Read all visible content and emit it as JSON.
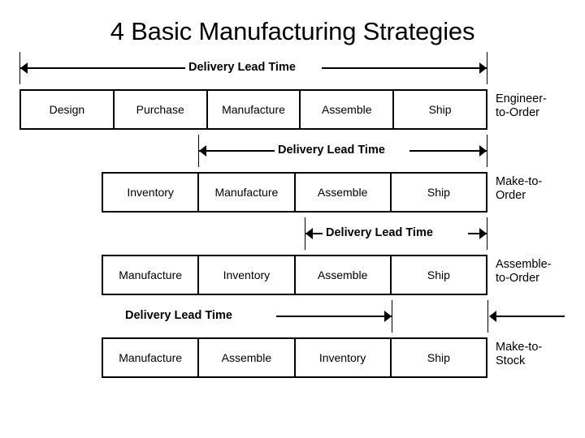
{
  "slide": {
    "title": "4 Basic Manufacturing Strategies",
    "background_color": "#ffffff",
    "line_color": "#000000",
    "text_color": "#000000"
  },
  "lead_time_label": "Delivery Lead Time",
  "rows": [
    {
      "id": "engineer-to-order",
      "strategy_label": "Engineer-\nto-Order",
      "stages": [
        "Design",
        "Purchase",
        "Manufacture",
        "Assemble",
        "Ship"
      ],
      "lead_time_label": "Delivery Lead Time",
      "lead_time_covers": [
        "Design",
        "Purchase",
        "Manufacture",
        "Assemble",
        "Ship"
      ]
    },
    {
      "id": "make-to-order",
      "strategy_label": "Make-to-\nOrder",
      "stages": [
        "Inventory",
        "Manufacture",
        "Assemble",
        "Ship"
      ],
      "lead_time_label": "Delivery Lead Time",
      "lead_time_covers": [
        "Manufacture",
        "Assemble",
        "Ship"
      ]
    },
    {
      "id": "assemble-to-order",
      "strategy_label": "Assemble-\nto-Order",
      "stages": [
        "Manufacture",
        "Inventory",
        "Assemble",
        "Ship"
      ],
      "lead_time_label": "Delivery Lead Time",
      "lead_time_covers": [
        "Assemble",
        "Ship"
      ]
    },
    {
      "id": "make-to-stock",
      "strategy_label": "Make-to-\nStock",
      "stages": [
        "Manufacture",
        "Assemble",
        "Inventory",
        "Ship"
      ],
      "lead_time_label": "Delivery Lead Time",
      "lead_time_covers": [
        "Ship"
      ]
    }
  ]
}
